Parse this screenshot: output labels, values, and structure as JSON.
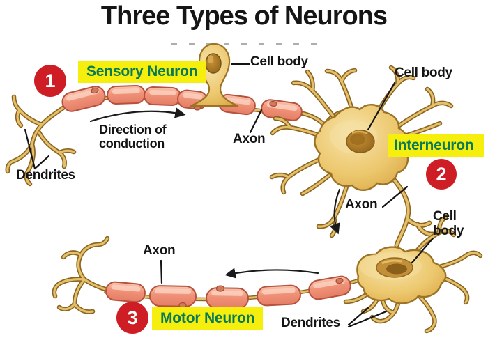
{
  "title": "Three Types of Neurons",
  "neurons": {
    "sensory": {
      "badge": "1",
      "label": "Sensory Neuron"
    },
    "interneuron": {
      "badge": "2",
      "label": "Interneuron"
    },
    "motor": {
      "badge": "3",
      "label": "Motor Neuron"
    }
  },
  "annotations": {
    "sensory_cell_body": "Cell body",
    "interneuron_cell_body": "Cell body",
    "motor_cell_body": "Cell body",
    "sensory_axon": "Axon",
    "interneuron_axon": "Axon",
    "motor_axon": "Axon",
    "sensory_dendrites": "Dendrites",
    "motor_dendrites": "Dendrites",
    "direction": "Direction of conduction"
  },
  "colors": {
    "badge_red": "#ce1d24",
    "highlight_yellow": "#f6ef0d",
    "label_green": "#087a58",
    "myelin_salmon": "#f09178",
    "neuron_gold": "#ecc76d",
    "text_black": "#141414"
  }
}
